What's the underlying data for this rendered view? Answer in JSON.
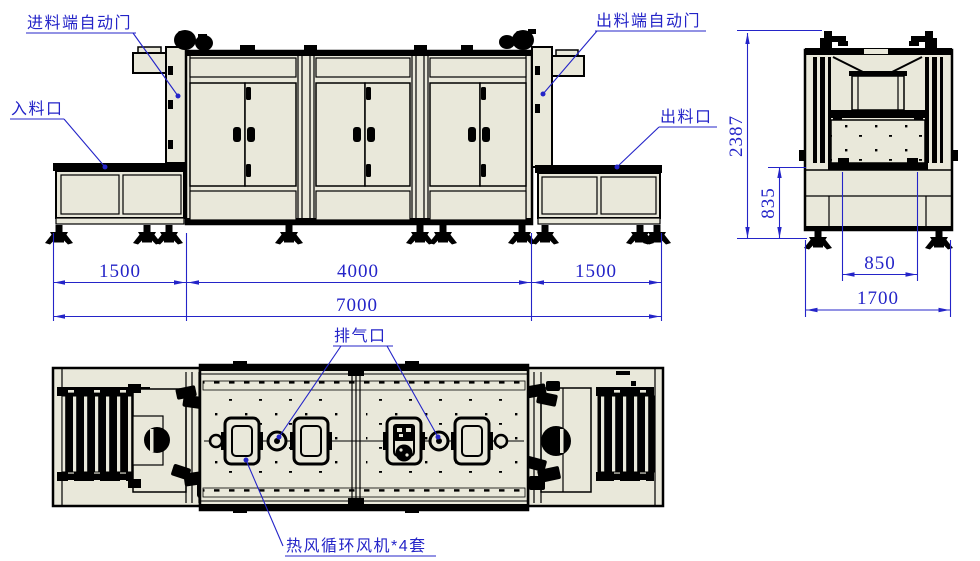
{
  "drawing": {
    "labels": {
      "feed_end_auto_door": "进料端自动门",
      "discharge_end_auto_door": "出料端自动门",
      "inlet_port": "入料口",
      "outlet_port": "出料口",
      "exhaust_port": "排气口",
      "hot_air_fans": "热风循环风机*4套"
    },
    "dimensions": {
      "inlet_section_length": "1500",
      "heating_section_length": "4000",
      "outlet_section_length": "1500",
      "total_length": "7000",
      "total_height": "2387",
      "base_height": "835",
      "inner_width": "850",
      "total_width": "1700"
    },
    "colors": {
      "annotation_blue": "#2424c8",
      "body_fill": "#e9e8da",
      "line_black": "#000000",
      "background": "#ffffff"
    }
  }
}
